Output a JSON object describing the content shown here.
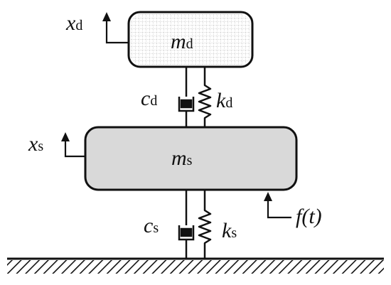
{
  "diagram": {
    "damper_mass": {
      "symbol": "m",
      "sub": "d"
    },
    "damper_disp": {
      "symbol": "x",
      "sub": "d"
    },
    "damper_c": {
      "symbol": "c",
      "sub": "d"
    },
    "damper_k": {
      "symbol": "k",
      "sub": "d"
    },
    "struct_mass": {
      "symbol": "m",
      "sub": "s"
    },
    "struct_disp": {
      "symbol": "x",
      "sub": "s"
    },
    "struct_c": {
      "symbol": "c",
      "sub": "s"
    },
    "struct_k": {
      "symbol": "k",
      "sub": "s"
    },
    "force": {
      "text": "f(t)"
    }
  },
  "colors": {
    "damper_fill": "#ffffff",
    "struct_fill": "#d9d9d9",
    "stroke": "#111111",
    "grid": "#9a9a9a"
  }
}
